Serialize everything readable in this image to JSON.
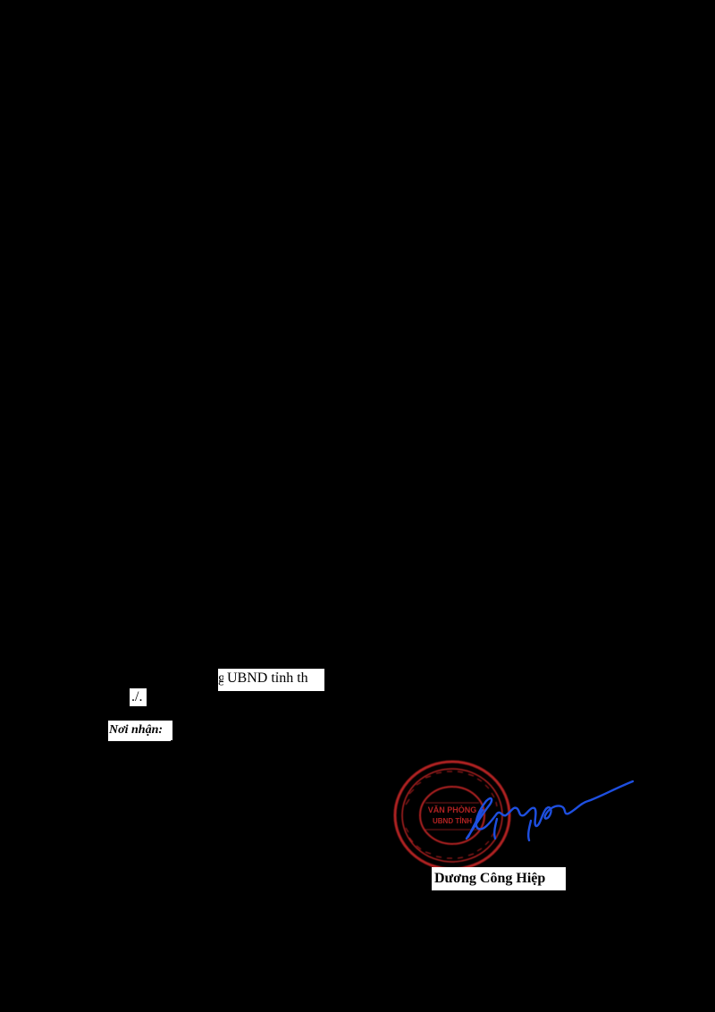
{
  "body_fragment": {
    "cut_letter": "g",
    "text": "UBND tỉnh th"
  },
  "closing_mark": "./.",
  "recipients_heading": "Nơi nhận:",
  "seal": {
    "text_lines": [
      "VĂN PHÒNG",
      "UBND TỈNH"
    ],
    "color": "#b22222"
  },
  "signature": {
    "color": "#1e4fe0"
  },
  "signer_name": "Dương Công Hiệp"
}
